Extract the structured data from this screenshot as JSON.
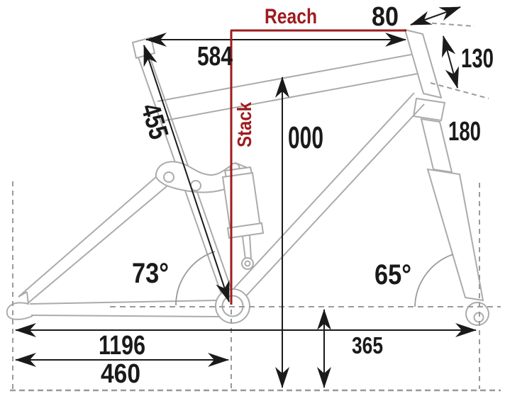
{
  "diagram": {
    "title": "bike-frame-geometry-diagram",
    "highlight_labels": {
      "reach": "Reach",
      "stack": "Stack"
    },
    "measurements": {
      "top_tube": "584",
      "seat_tube": "455",
      "stem": "80",
      "head_tube": "130",
      "fork": "180",
      "standover": "000",
      "seat_angle": "73°",
      "head_angle": "65°",
      "wheelbase": "1196",
      "chainstay": "460",
      "bb_height": "365"
    },
    "colors": {
      "dimension": "#1a1a1a",
      "highlight": "#9e1b1e",
      "frame": "#ababab",
      "guide": "#9a9a9a",
      "background": "#ffffff"
    }
  }
}
